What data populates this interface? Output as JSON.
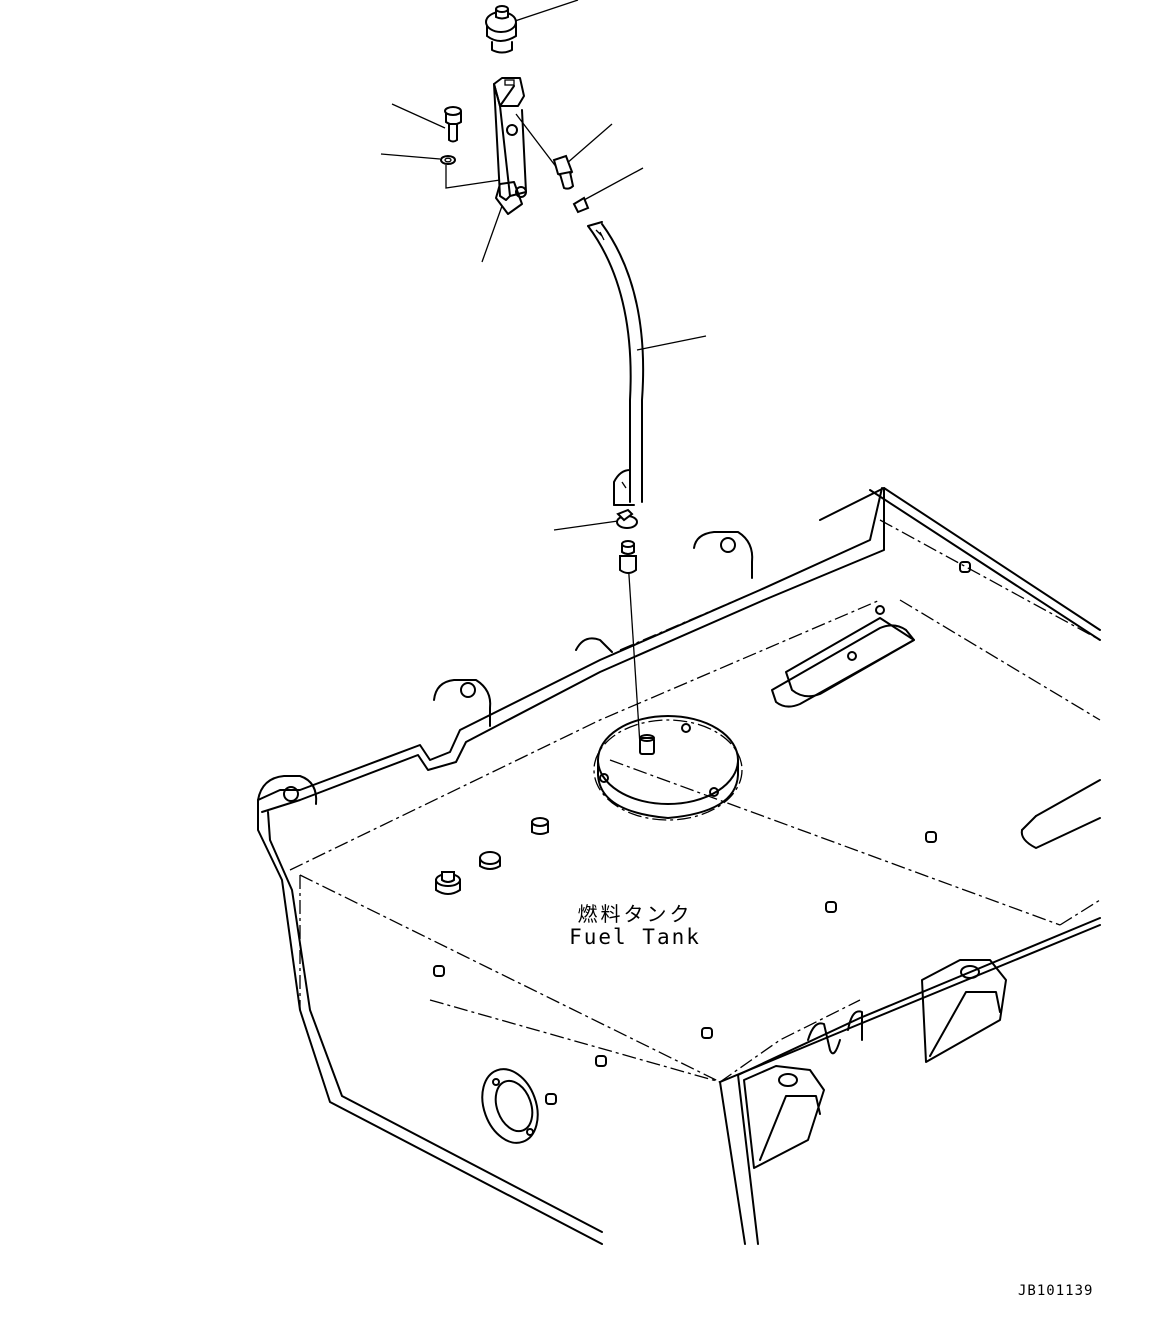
{
  "diagram": {
    "tank_label_jp": "燃料タンク",
    "tank_label_en": "Fuel Tank",
    "drawing_id": "JB101139"
  },
  "parts": [
    "sensor",
    "bracket",
    "bolt",
    "washer",
    "connector",
    "clip",
    "hose",
    "hose-clamp",
    "fitting",
    "tank-cover",
    "fuel-tank"
  ]
}
